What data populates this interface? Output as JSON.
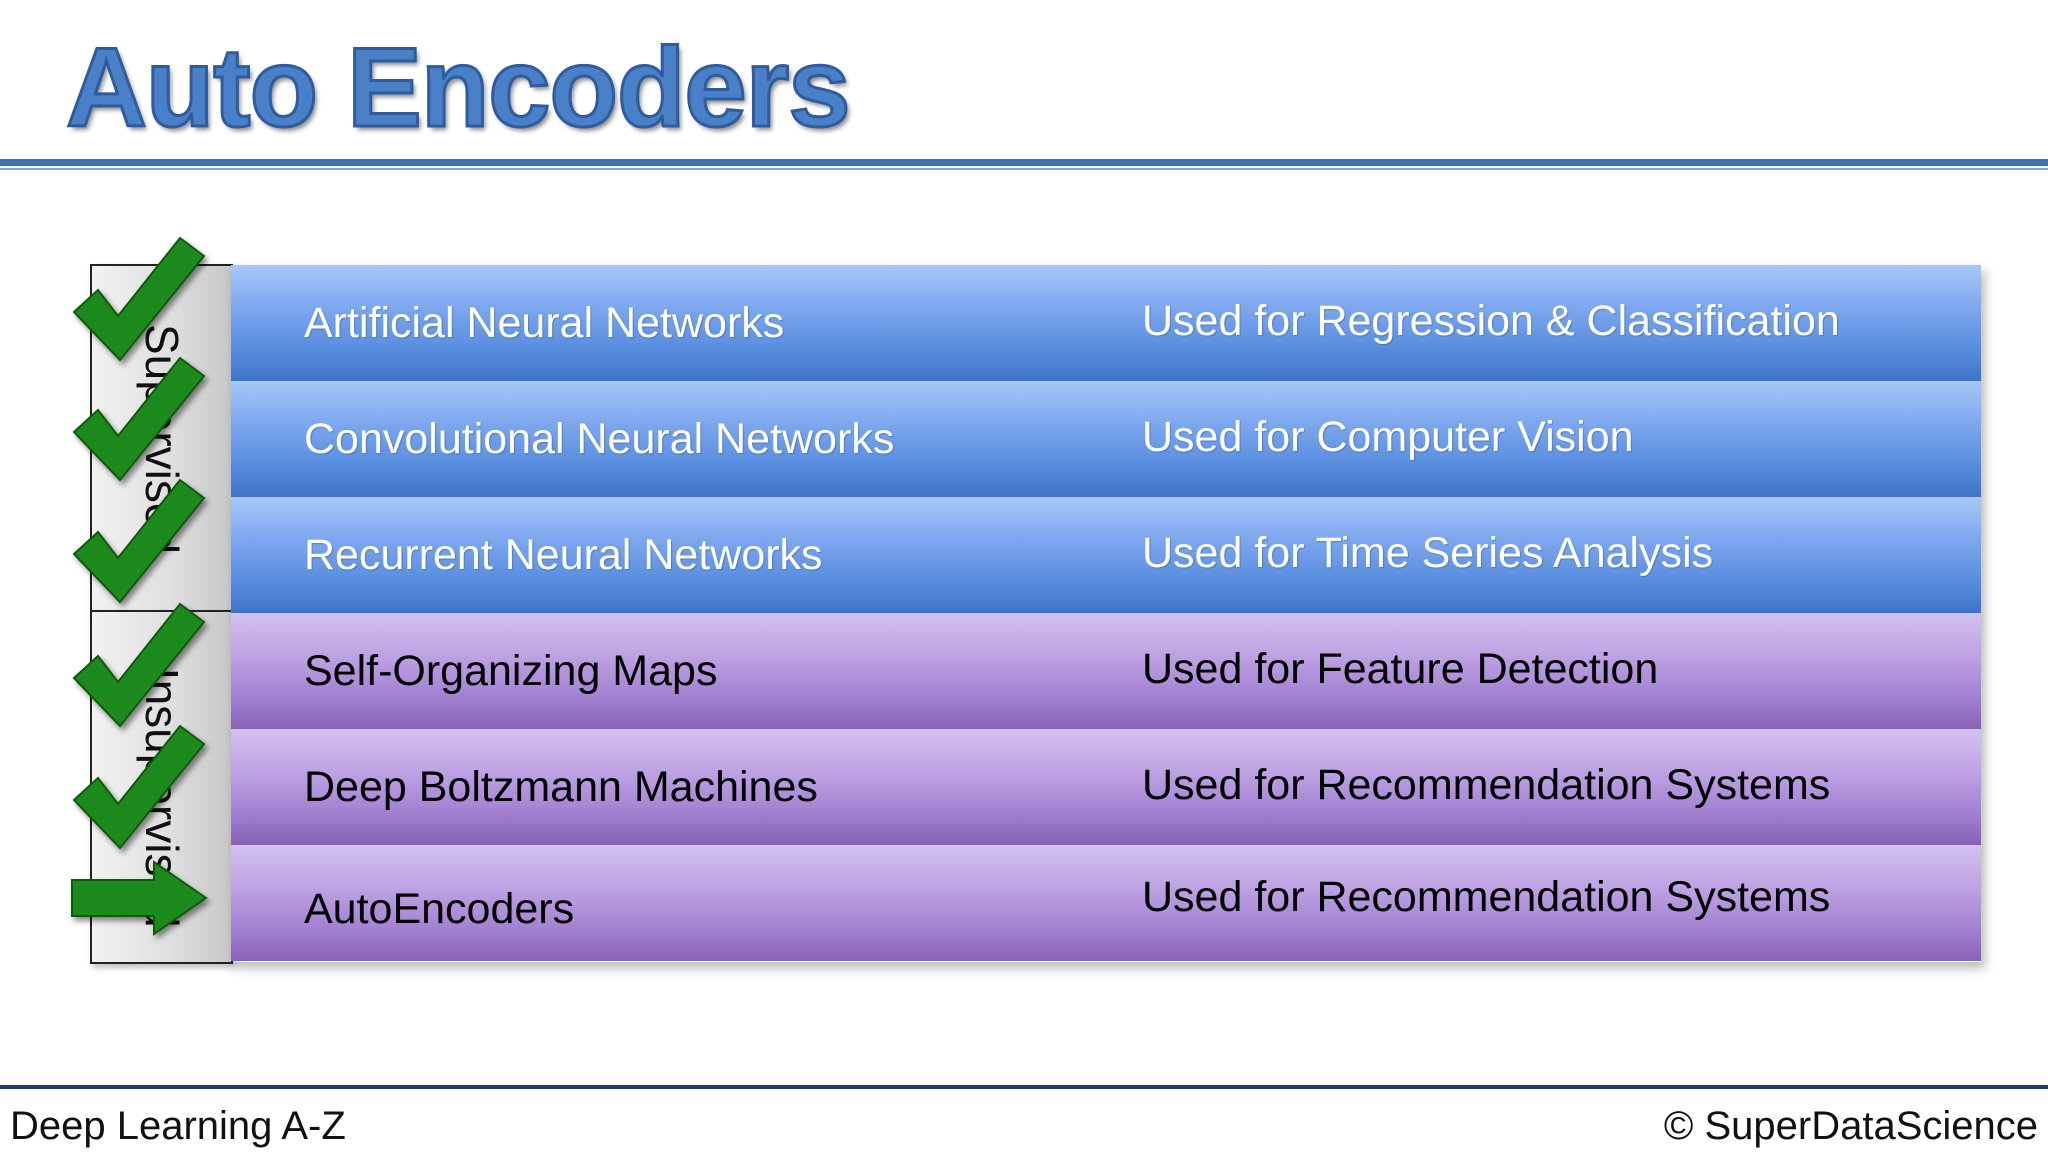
{
  "slide": {
    "title": "Auto Encoders"
  },
  "table": {
    "groups": {
      "supervised": "Supervised",
      "unsupervised": "Unsupervised"
    },
    "rows": [
      {
        "name": "Artificial Neural Networks",
        "use": "Used for Regression & Classification",
        "group": "supervised",
        "status": "done"
      },
      {
        "name": "Convolutional Neural Networks",
        "use": "Used for Computer Vision",
        "group": "supervised",
        "status": "done"
      },
      {
        "name": "Recurrent Neural Networks",
        "use": "Used for Time Series Analysis",
        "group": "supervised",
        "status": "done"
      },
      {
        "name": "Self-Organizing Maps",
        "use": "Used for Feature Detection",
        "group": "unsupervised",
        "status": "done"
      },
      {
        "name": "Deep Boltzmann Machines",
        "use": "Used for Recommendation Systems",
        "group": "unsupervised",
        "status": "done"
      },
      {
        "name": "AutoEncoders",
        "use": "Used for Recommendation Systems",
        "group": "unsupervised",
        "status": "current"
      }
    ]
  },
  "icons": {
    "done": "checkmark-icon",
    "current": "right-arrow-icon"
  },
  "colors": {
    "title": "#4a80c8",
    "supervised_row": "#5a8fe0",
    "unsupervised_row": "#a483d3",
    "check": "#1d8a1d",
    "rule": "#3f6fae"
  },
  "footer": {
    "left": "Deep Learning A-Z",
    "right": "© SuperDataScience"
  }
}
